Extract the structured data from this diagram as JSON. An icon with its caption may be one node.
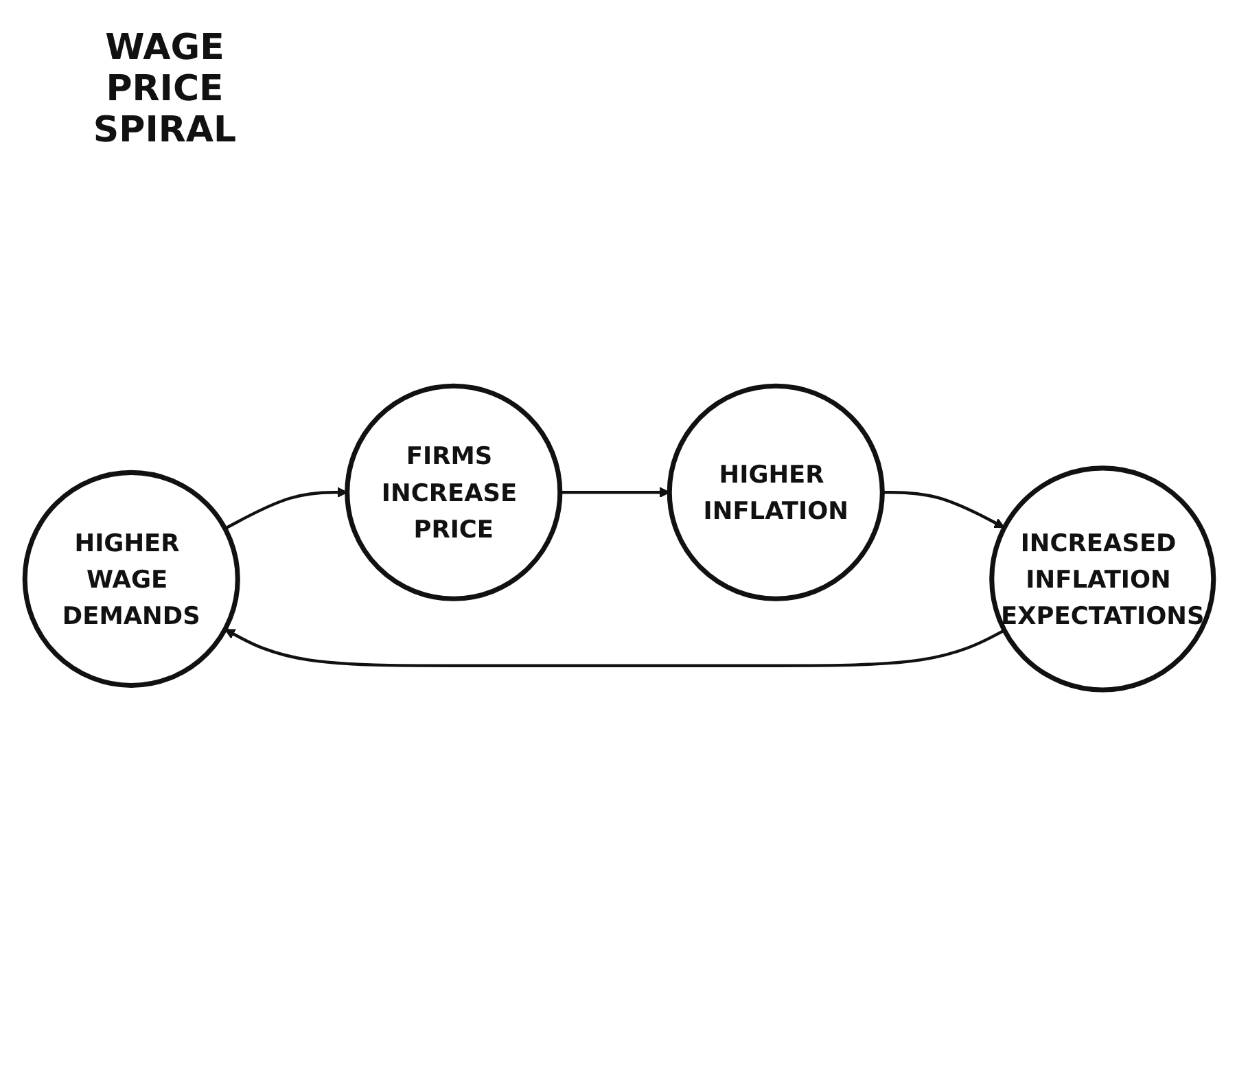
{
  "diagram": {
    "nodes": [
      {
        "text": [
          "HIGHER WAGE DEMANDS"
        ]
      },
      {
        "text": [
          "FIRMS INCREASE PRICE"
        ]
      },
      {
        "text": [
          "HIGHER INFLATION"
        ]
      },
      {
        "text": [
          "INCREASED INFLATION EXPECTATIONS"
        ]
      }
    ],
    "edges": [
      {
        "from": 0,
        "to": 1,
        "arrow": "to"
      },
      {
        "from": 1,
        "to": 2,
        "arrow": "to"
      },
      {
        "from": 2,
        "to": 3,
        "arrow": "to"
      },
      {
        "from": 3,
        "to": 0,
        "arrow": "to"
      }
    ],
    "labels": [
      "WAGE PRICE SPIRAL"
    ]
  }
}
